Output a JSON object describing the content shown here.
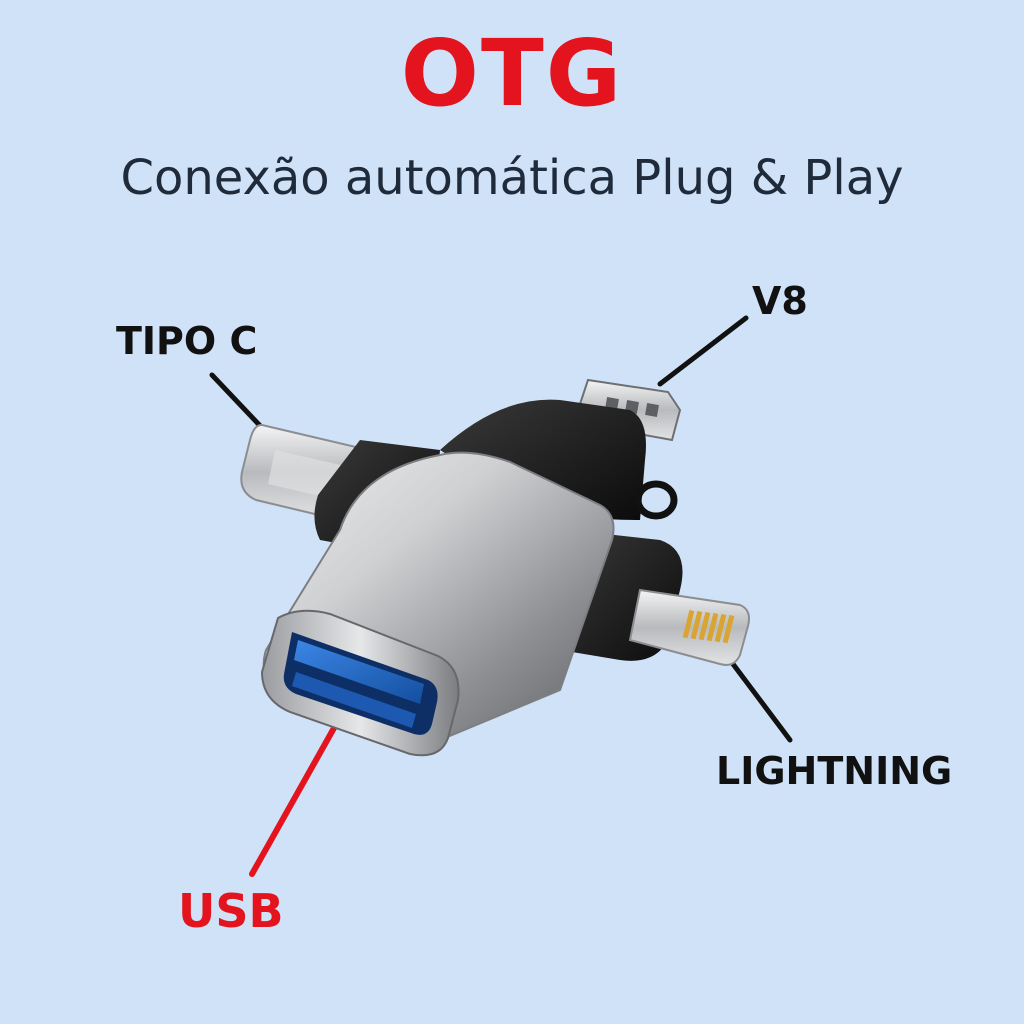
{
  "title": "OTG",
  "subtitle": "Conexão automática Plug & Play",
  "labels": {
    "tipo_c": "TIPO C",
    "v8": "V8",
    "lightning": "LIGHTNING",
    "usb": "USB"
  },
  "colors": {
    "background": "#cfe2f7",
    "accent_red": "#e3141d",
    "text_dark": "#1f2a3a",
    "usb_port_blue": "#1f67c9"
  }
}
